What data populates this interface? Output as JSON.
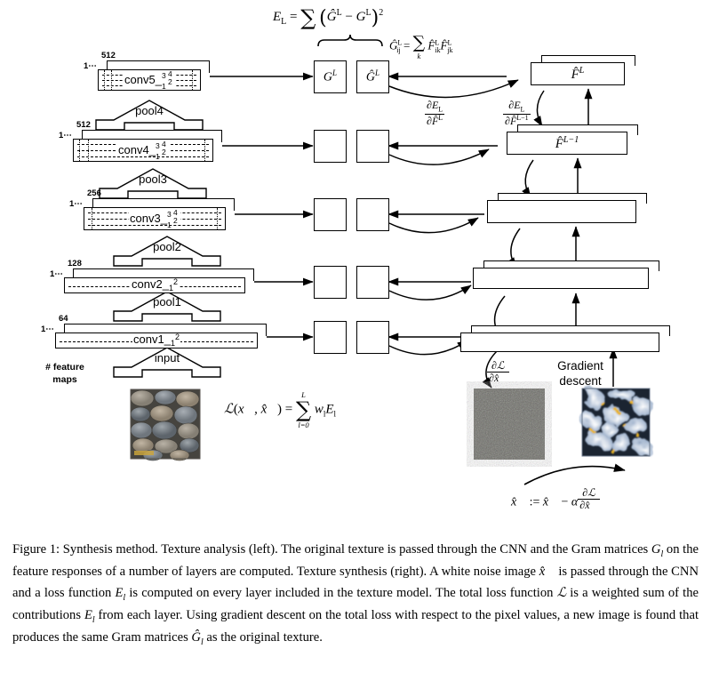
{
  "figure": {
    "equations": {
      "loss_EL": "E_L = Σ ( Ĝ^L − G^L )²",
      "gram_hat": "Ĝ^L_ij = Σ_k F̂^L_ik F̂^L_jk",
      "total_loss": "ℒ(x⃗, x̂⃗) = Σ_{l=0}^{L} w_l E_l",
      "update_rule": "x̂⃗ := x̂⃗ − α ∂ℒ/∂x̂⃗",
      "dEL_dFL": "∂E_L / ∂F̂^L",
      "dEL_dFL1": "∂E_L / ∂F̂^{L−1}",
      "dL_dx": "∂ℒ / ∂x̂⃗"
    },
    "conv_layers": [
      {
        "name": "conv5_",
        "sublayers": [
          "1",
          "2",
          "3",
          "4"
        ],
        "maps": "512",
        "one": "1"
      },
      {
        "name": "conv4_",
        "sublayers": [
          "1",
          "2",
          "3",
          "4"
        ],
        "maps": "512",
        "one": "1"
      },
      {
        "name": "conv3_",
        "sublayers": [
          "1",
          "2",
          "3",
          "4"
        ],
        "maps": "256",
        "one": "1"
      },
      {
        "name": "conv2_",
        "sublayers": [
          "1",
          "2"
        ],
        "maps": "128",
        "one": "1"
      },
      {
        "name": "conv1_",
        "sublayers": [
          "1",
          "2"
        ],
        "maps": "64",
        "one": "1"
      }
    ],
    "pool_layers": [
      {
        "label": "pool4"
      },
      {
        "label": "pool3"
      },
      {
        "label": "pool2"
      },
      {
        "label": "pool1"
      }
    ],
    "input_chevron": {
      "label": "input"
    },
    "feature_maps_label": "# feature\nmaps",
    "feature_maps_line1": "# feature",
    "feature_maps_line2": "maps",
    "gram_boxes": {
      "target_label": "G",
      "target_sup": "L",
      "synth_label": "Ĝ",
      "synth_sup": "L",
      "rows": 5
    },
    "right_boxes": [
      {
        "label": "F̂",
        "sup": "L"
      },
      {
        "label": "F̂",
        "sup": "L−1"
      },
      {
        "label": "",
        "sup": ""
      },
      {
        "label": "",
        "sup": ""
      },
      {
        "label": "",
        "sup": ""
      }
    ],
    "gradient_descent_label_line1": "Gradient",
    "gradient_descent_label_line2": "descent",
    "images": {
      "source_texture": "pebble-texture-photo",
      "noise_image": "white-noise-grey-image",
      "synthesized_texture": "synthesized-blue-texture"
    },
    "colors": {
      "stroke": "#000000",
      "background": "#ffffff",
      "noise": "#6b6b66",
      "pebble_base": "#9a958d",
      "synth_base": "#b9c6d8"
    }
  },
  "caption": {
    "prefix": "Figure 1:",
    "text_1": " Synthesis method. Texture analysis (left). The original texture is passed through the CNN and the Gram matrices ",
    "sym_G": "G",
    "sym_G_sub": "l",
    "text_2": " on the feature responses of a number of layers are computed. Texture synthesis (right). A white noise image ",
    "sym_xhat": "x̂⃗",
    "text_3": " is passed through the CNN and a loss function ",
    "sym_E": "E",
    "sym_E_sub": "l",
    "text_4": " is computed on every layer included in the texture model. The total loss function ",
    "sym_L": "ℒ",
    "text_5": " is a weighted sum of the contributions ",
    "sym_E2": "E",
    "sym_E2_sub": "l",
    "text_6": " from each layer. Using gradient descent on the total loss with respect to the pixel values, a new image is found that produces the same Gram matrices ",
    "sym_Ghat": "Ĝ",
    "sym_Ghat_sub": "l",
    "text_7": " as the original texture."
  }
}
